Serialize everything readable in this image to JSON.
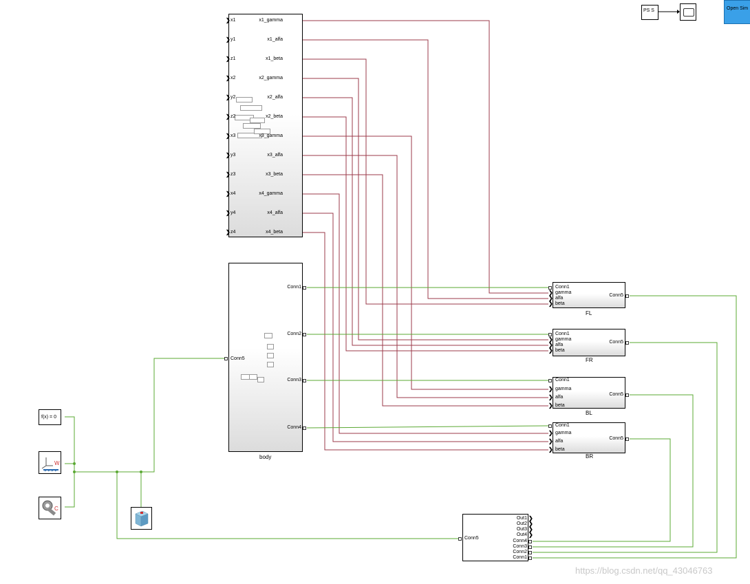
{
  "colors": {
    "signal_line": "#9b3a4a",
    "conn_line": "#5aa832",
    "open_button": "#3aa0e8"
  },
  "toolbar": {
    "open_button_label": "Open Sim"
  },
  "ps_block": {
    "label": "PS  S"
  },
  "ik_block": {
    "inputs": [
      "x1",
      "y1",
      "z1",
      "x2",
      "y2",
      "z2",
      "x3",
      "y3",
      "z3",
      "x4",
      "y4",
      "z4"
    ],
    "outputs": [
      "x1_gamma",
      "x1_alfa",
      "x1_beta",
      "x2_gamma",
      "x2_alfa",
      "x2_beta",
      "x3_gamma",
      "x3_alfa",
      "x3_beta",
      "x4_gamma",
      "x4_alfa",
      "x4_beta"
    ]
  },
  "body_block": {
    "name": "body",
    "left_port": "Conn5",
    "right_ports": [
      "Conn1",
      "Conn2",
      "Conn3",
      "Conn4"
    ]
  },
  "legs": [
    {
      "name": "FL",
      "ports": [
        "Conn1",
        "gamma",
        "alfa",
        "beta"
      ],
      "out": "Conn5"
    },
    {
      "name": "FR",
      "ports": [
        "Conn1",
        "gamma",
        "alfa",
        "beta"
      ],
      "out": "Conn5"
    },
    {
      "name": "BL",
      "ports": [
        "Conn1",
        "gamma",
        "alfa",
        "beta"
      ],
      "out": "Conn5"
    },
    {
      "name": "BR",
      "ports": [
        "Conn1",
        "gamma",
        "alfa",
        "beta"
      ],
      "out": "Conn5"
    }
  ],
  "solver_block": {
    "label": "f(x) = 0"
  },
  "world_block": {
    "label": "W"
  },
  "config_block": {
    "label": "C"
  },
  "sensor_block": {
    "left_port": "Conn5",
    "outputs": [
      "Out1",
      "Out2",
      "Out3",
      "Out4"
    ],
    "conns": [
      "Conn4",
      "Conn3",
      "Conn2",
      "Conn1"
    ]
  },
  "watermark": "https://blog.csdn.net/qq_43046763"
}
